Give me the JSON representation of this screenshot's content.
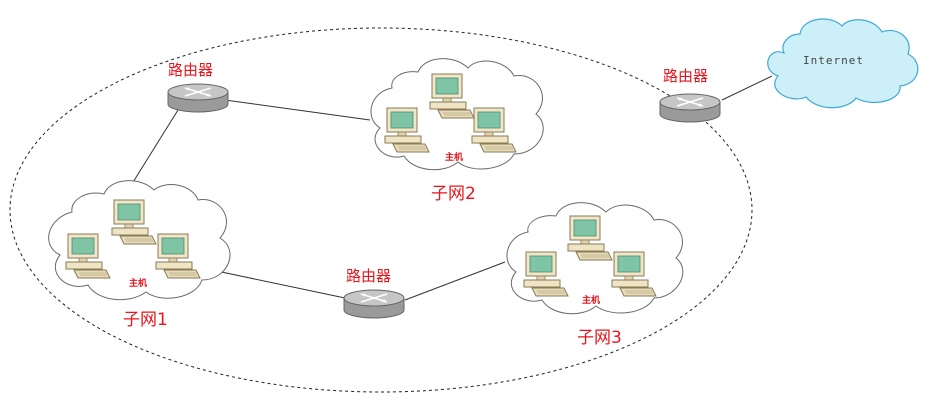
{
  "routers": [
    {
      "label": "路由器"
    },
    {
      "label": "路由器"
    },
    {
      "label": "路由器"
    }
  ],
  "subnets": [
    {
      "label": "子网1",
      "host_label": "主机"
    },
    {
      "label": "子网2",
      "host_label": "主机"
    },
    {
      "label": "子网3",
      "host_label": "主机"
    }
  ],
  "internet": {
    "label": "Internet"
  },
  "colors": {
    "label_red": "#e8141b",
    "cloud_blue": "#cdeff7",
    "router_gray": "#a9a9a9",
    "monitor_green": "#7fc4a4"
  }
}
